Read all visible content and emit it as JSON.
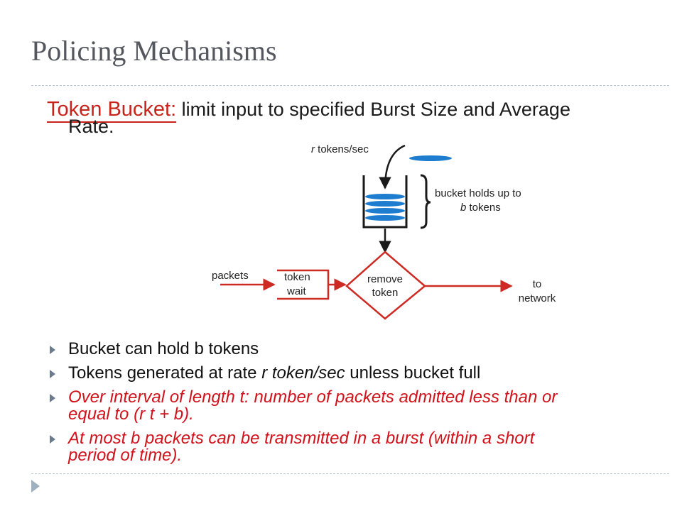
{
  "slide": {
    "title": "Policing Mechanisms"
  },
  "intro": {
    "label": "Token Bucket:",
    "text_line1": " limit input to specified Burst Size and Average",
    "text_line2": "Rate."
  },
  "diagram": {
    "r_var": "r",
    "rate_text": " tokens/sec",
    "bucket_line1": "bucket holds up to",
    "b_var": "b",
    "bucket_line2_suffix": " tokens",
    "packets": "packets",
    "token_wait_1": "token",
    "token_wait_2": "wait",
    "remove_1": "remove",
    "remove_2": "token",
    "to_1": "to",
    "to_2": "network",
    "colors": {
      "token": "#1f7dcf",
      "flow": "#cc2a23",
      "ink": "#1a1a1a"
    }
  },
  "bullets": {
    "b1": "Bucket can hold b tokens",
    "b2_pre": "Tokens generated at rate ",
    "b2_italic": "r token/sec",
    "b2_post": " unless bucket full",
    "b3_line1": "Over interval of length t: number of packets admitted less than or",
    "b3_line2": "equal to  (r t + b).",
    "b4_line1": "At most b packets can be transmitted in a burst (within a short",
    "b4_line2": "period of time)."
  }
}
